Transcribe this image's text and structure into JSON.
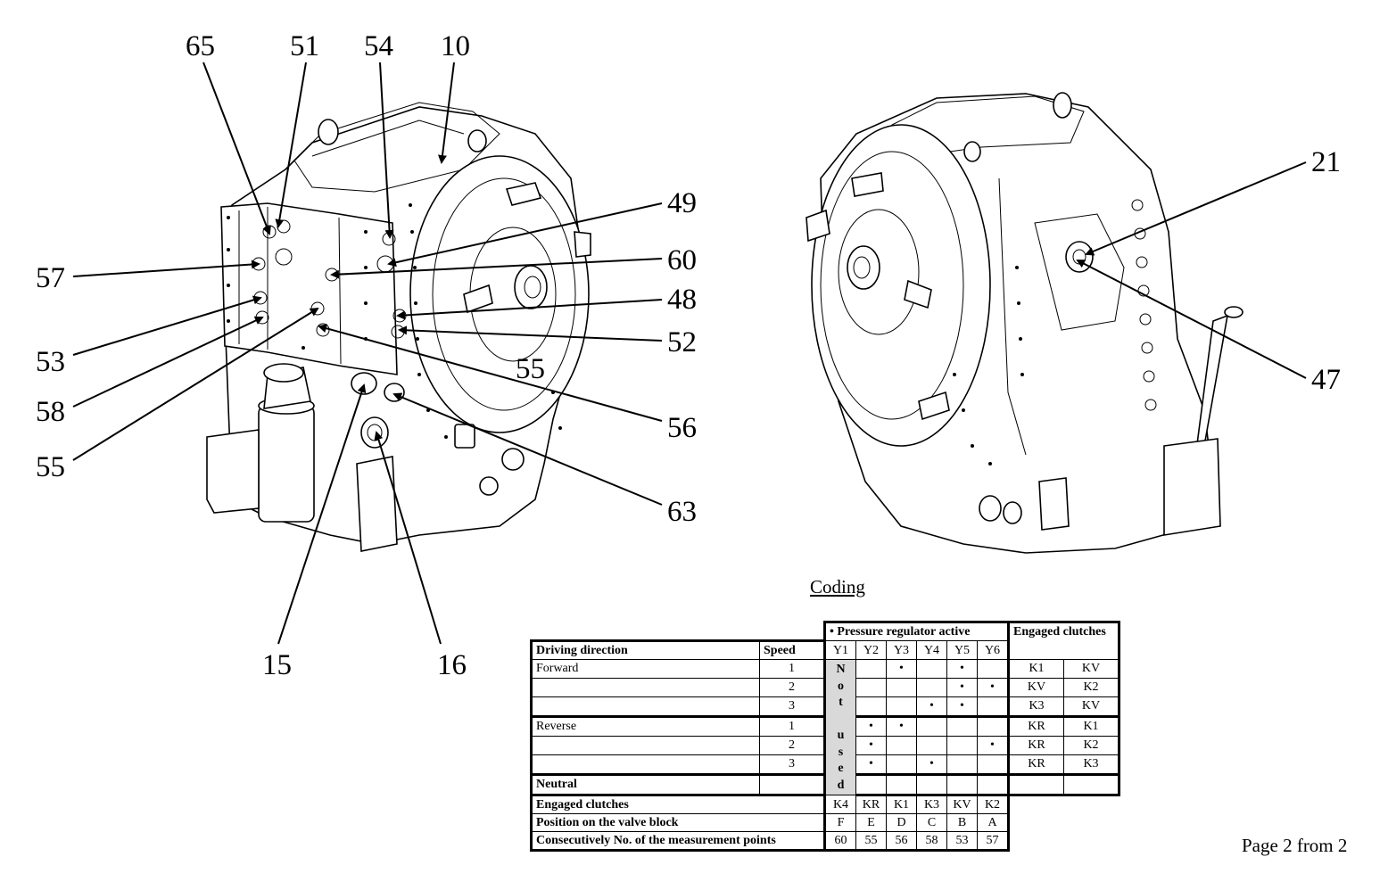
{
  "callouts": {
    "c65": "65",
    "c51": "51",
    "c54": "54",
    "c10": "10",
    "c49": "49",
    "c60": "60",
    "c57": "57",
    "c48": "48",
    "c52": "52",
    "c53": "53",
    "c58": "58",
    "c56": "56",
    "c55a": "55",
    "c55b": "55",
    "c63": "63",
    "c15": "15",
    "c16": "16",
    "c21": "21",
    "c47": "47"
  },
  "coding_title": "Coding",
  "table": {
    "regulator_header": "• Pressure regulator active",
    "engaged_header": "Engaged clutches",
    "driving_direction": "Driving direction",
    "speed": "Speed",
    "regulators": [
      "Y1",
      "Y2",
      "Y3",
      "Y4",
      "Y5",
      "Y6"
    ],
    "not_used": [
      "N",
      "o",
      "t",
      "",
      "u",
      "s",
      "e",
      "d"
    ],
    "rows": [
      {
        "direction": "Forward",
        "speed": "1",
        "marks": [
          "",
          "",
          "•",
          "",
          "•",
          ""
        ],
        "clutch_a": "K1",
        "clutch_b": "KV"
      },
      {
        "direction": "",
        "speed": "2",
        "marks": [
          "",
          "",
          "",
          "",
          "•",
          "•"
        ],
        "clutch_a": "KV",
        "clutch_b": "K2"
      },
      {
        "direction": "",
        "speed": "3",
        "marks": [
          "",
          "",
          "",
          "•",
          "•",
          ""
        ],
        "clutch_a": "K3",
        "clutch_b": "KV"
      },
      {
        "direction": "Reverse",
        "speed": "1",
        "marks": [
          "",
          "•",
          "•",
          "",
          "",
          ""
        ],
        "clutch_a": "KR",
        "clutch_b": "K1"
      },
      {
        "direction": "",
        "speed": "2",
        "marks": [
          "",
          "•",
          "",
          "",
          "",
          "•"
        ],
        "clutch_a": "KR",
        "clutch_b": "K2"
      },
      {
        "direction": "",
        "speed": "3",
        "marks": [
          "",
          "•",
          "",
          "•",
          "",
          ""
        ],
        "clutch_a": "KR",
        "clutch_b": "K3"
      }
    ],
    "neutral": "Neutral",
    "engaged_row": {
      "label": "Engaged clutches",
      "values": [
        "K4",
        "KR",
        "K1",
        "K3",
        "KV",
        "K2"
      ]
    },
    "position_row": {
      "label": "Position on the valve block",
      "values": [
        "F",
        "E",
        "D",
        "C",
        "B",
        "A"
      ]
    },
    "points_row": {
      "label": "Consecutively No. of the measurement points",
      "values": [
        "60",
        "55",
        "56",
        "58",
        "53",
        "57"
      ]
    }
  },
  "page_note": "Page 2 from 2"
}
